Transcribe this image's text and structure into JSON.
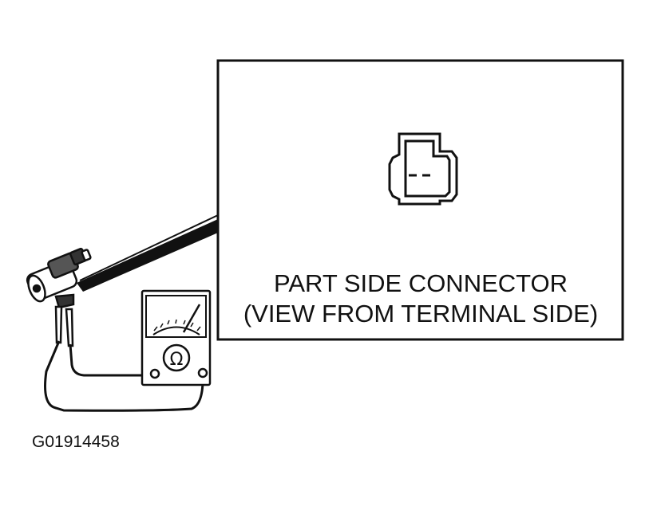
{
  "callout": {
    "label_line1": "PART SIDE CONNECTOR",
    "label_line2": "(VIEW FROM TERMINAL SIDE)"
  },
  "figure_id": "G01914458",
  "meter": {
    "symbol": "Ω",
    "icon": "ohmmeter-icon"
  },
  "colors": {
    "ink": "#111111",
    "background": "#ffffff"
  }
}
